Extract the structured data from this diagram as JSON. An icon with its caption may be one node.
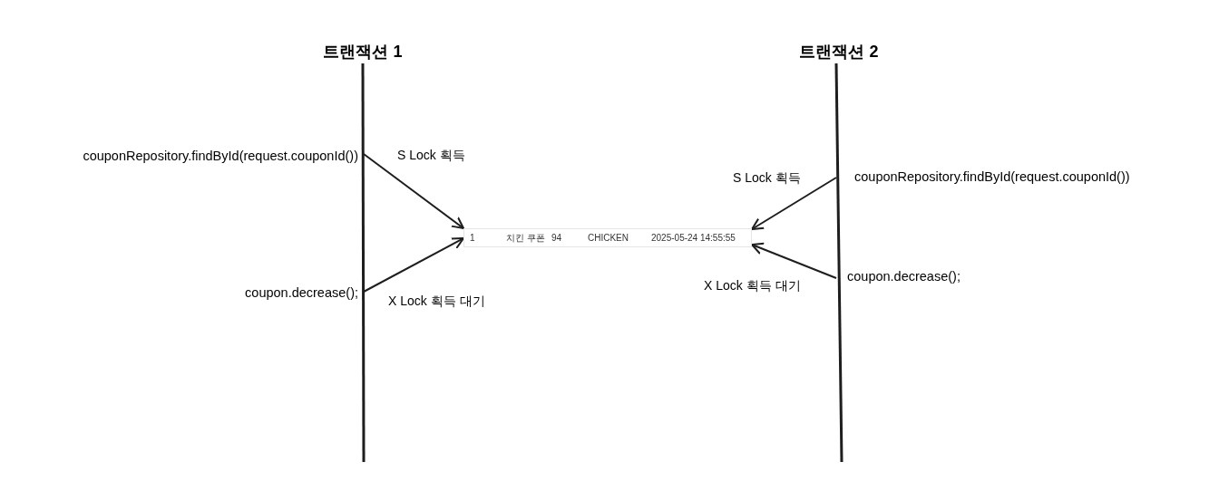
{
  "diagram": {
    "nodes": [
      {
        "text": [
          "트랜잭션 1"
        ]
      },
      {
        "text": [
          "트랜잭션 2"
        ]
      },
      {
        "text": [
          "1",
          "치킨 쿠폰",
          "94",
          "CHICKEN",
          "2025-05-24 14:55:55"
        ]
      },
      {
        "text": [
          "couponRepository.findById(request.couponId())"
        ]
      },
      {
        "text": [
          "coupon.decrease();"
        ]
      },
      {
        "text": [
          "couponRepository.findById(request.couponId())"
        ]
      },
      {
        "text": [
          "coupon.decrease();"
        ]
      }
    ],
    "edges": [
      {
        "from": 3,
        "to": 2,
        "arrow": "to",
        "label": "S Lock 획득"
      },
      {
        "from": 4,
        "to": 2,
        "arrow": "to",
        "label": "X Lock 획득 대기"
      },
      {
        "from": 5,
        "to": 2,
        "arrow": "to",
        "label": "S Lock 획득"
      },
      {
        "from": 6,
        "to": 2,
        "arrow": "to",
        "label": "X Lock 획득 대기"
      }
    ]
  }
}
